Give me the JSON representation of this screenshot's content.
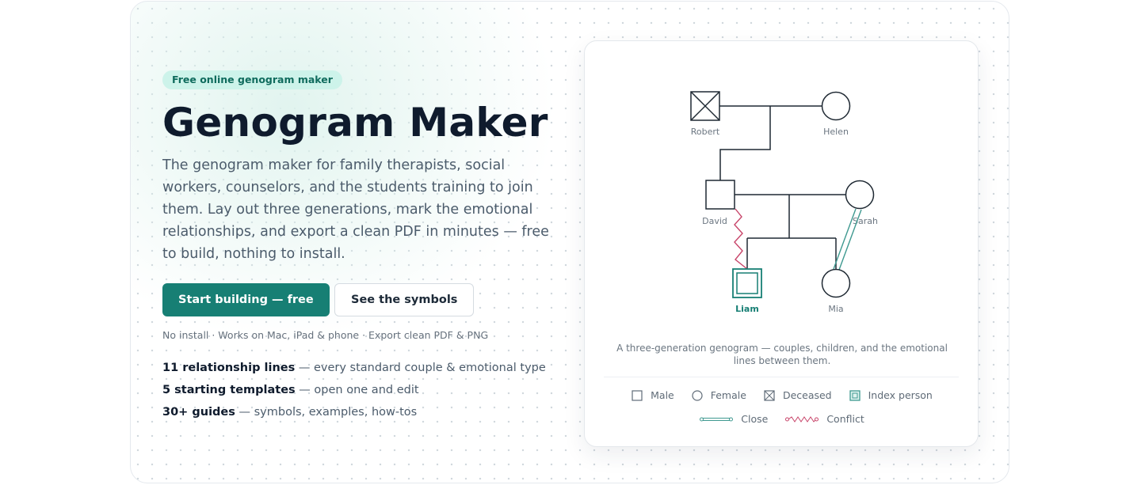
{
  "hero": {
    "badge": "Free online genogram maker",
    "title": "Genogram Maker",
    "description": "The genogram maker for family therapists, social workers, counselors, and the students training to join them. Lay out three generations, mark the emotional relationships, and export a clean PDF in minutes — free to build, nothing to install.",
    "primary_button": "Start building — free",
    "secondary_button": "See the symbols",
    "meta": "No install · Works on Mac, iPad & phone · Export clean PDF & PNG",
    "stats": [
      {
        "strong": "11 relationship lines",
        "rest": " — every standard couple & emotional type"
      },
      {
        "strong": "5 starting templates",
        "rest": " — open one and edit"
      },
      {
        "strong": "30+ guides",
        "rest": " — symbols, examples, how-tos"
      }
    ]
  },
  "genogram": {
    "people": {
      "robert": "Robert",
      "helen": "Helen",
      "david": "David",
      "sarah": "Sarah",
      "liam": "Liam",
      "mia": "Mia"
    },
    "caption": "A three-generation genogram — couples, children, and the emotional lines between them.",
    "legend": {
      "male": "Male",
      "female": "Female",
      "deceased": "Deceased",
      "index": "Index person",
      "close": "Close",
      "conflict": "Conflict"
    },
    "colors": {
      "line": "#1f2933",
      "accent": "#177f74",
      "close": "#3f9990",
      "conflict": "#c8456a"
    }
  }
}
